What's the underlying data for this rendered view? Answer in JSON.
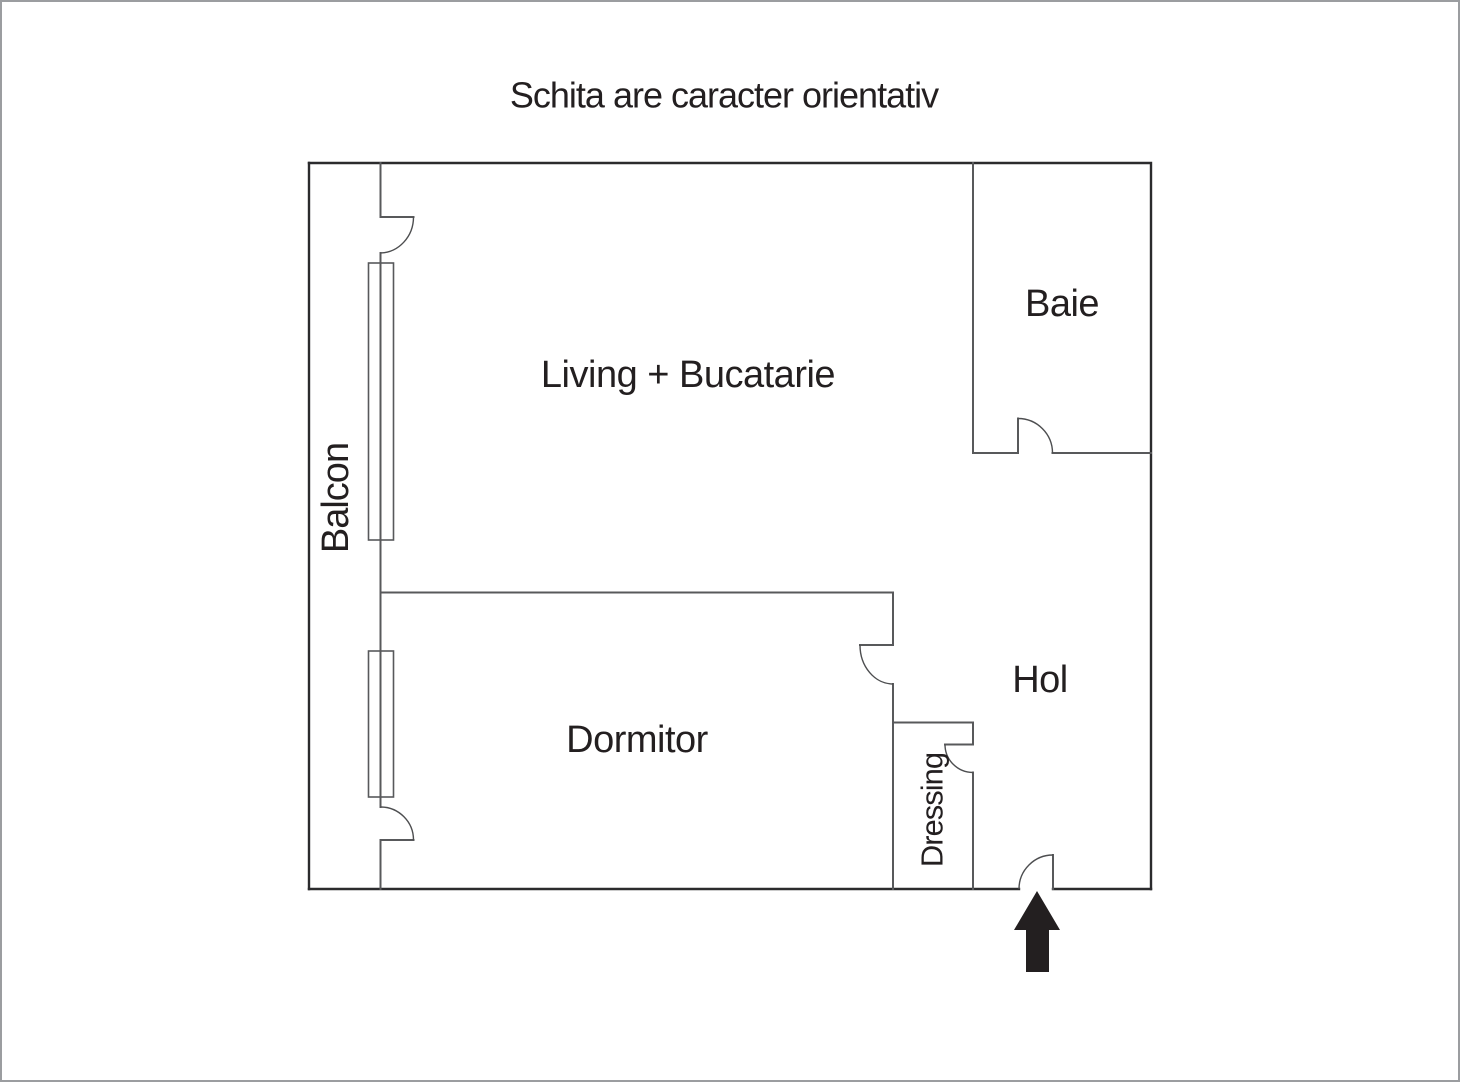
{
  "title": "Schita are caracter orientativ",
  "rooms": {
    "living": {
      "label": "Living + Bucatarie"
    },
    "baie": {
      "label": "Baie"
    },
    "balcon": {
      "label": "Balcon"
    },
    "dormitor": {
      "label": "Dormitor"
    },
    "hol": {
      "label": "Hol"
    },
    "dressing": {
      "label": "Dressing"
    }
  },
  "icons": {
    "entrance_arrow": "up-arrow entrance direction indicator"
  },
  "symbols": {
    "doors": [
      "balcony-living-door",
      "balcony-dormitor-door",
      "baie-door",
      "dormitor-door",
      "dressing-door",
      "entrance-door"
    ],
    "windows": [
      "living-balcony-window",
      "dormitor-balcony-window"
    ]
  },
  "colors": {
    "background": "#ffffff",
    "canvas_border": "#9b9da0",
    "wall_outer": "#2b2b2d",
    "wall_interior": "#58595b",
    "door_arc": "#4d4e50",
    "text": "#231f20",
    "arrow": "#231f20"
  }
}
